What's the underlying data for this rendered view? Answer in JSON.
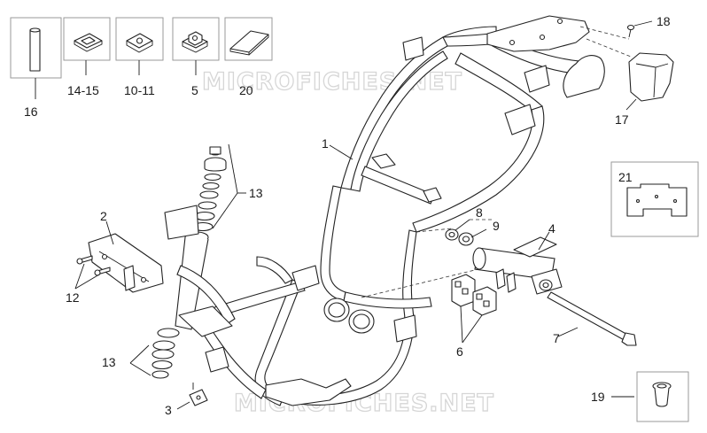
{
  "watermark": {
    "top": "MICROFICHES.NET",
    "bottom": "MICROFICHES.NET"
  },
  "callouts": {
    "c1": "1",
    "c2": "2",
    "c3": "3",
    "c4": "4",
    "c5": "5",
    "c6": "6",
    "c7": "7",
    "c8": "8",
    "c9": "9",
    "c10_11": "10-11",
    "c12": "12",
    "c13_upper": "13",
    "c13_lower": "13",
    "c14_15": "14-15",
    "c16": "16",
    "c17": "17",
    "c18": "18",
    "c19": "19",
    "c20": "20",
    "c21": "21"
  }
}
